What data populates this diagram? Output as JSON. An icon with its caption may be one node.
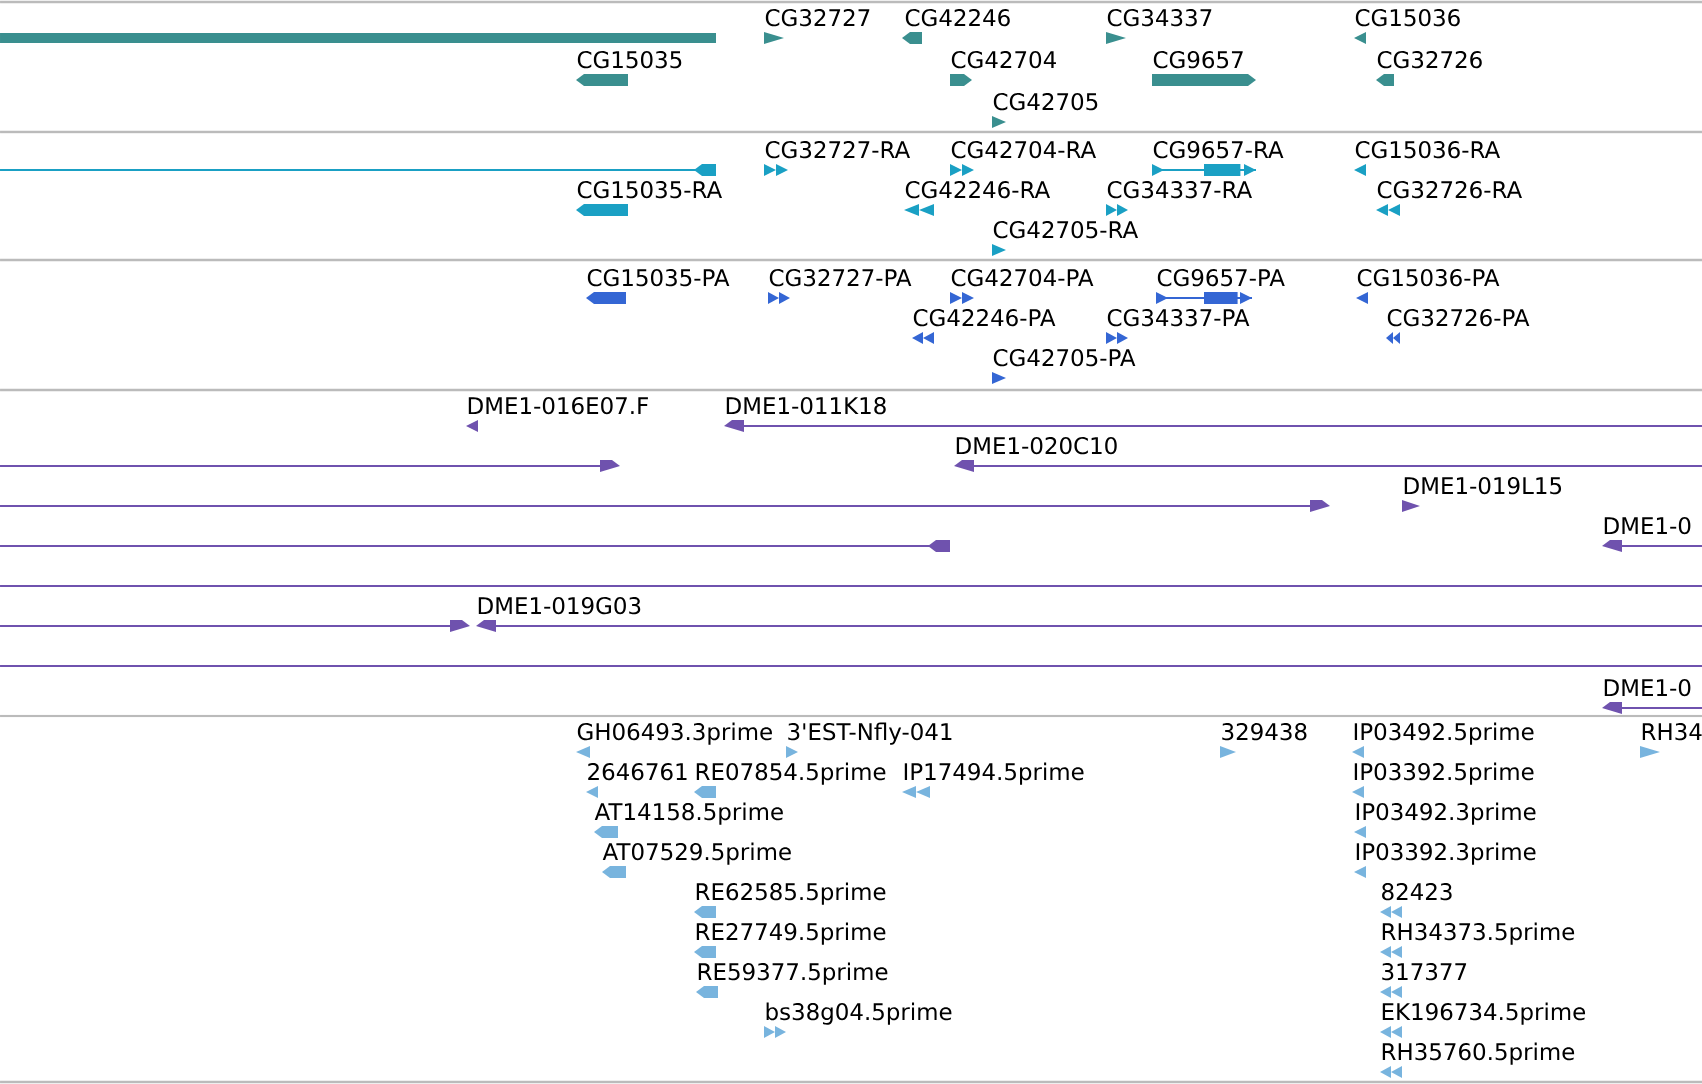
{
  "diagram": {
    "labels": [
      "CG32727",
      "CG42246",
      "CG34337",
      "CG15036",
      "CG15035",
      "CG42704",
      "CG9657",
      "CG32726",
      "CG42705",
      "CG32727-RA",
      "CG42704-RA",
      "CG9657-RA",
      "CG15036-RA",
      "CG15035-RA",
      "CG42246-RA",
      "CG34337-RA",
      "CG32726-RA",
      "CG42705-RA",
      "CG15035-PA",
      "CG32727-PA",
      "CG42704-PA",
      "CG9657-PA",
      "CG15036-PA",
      "CG42246-PA",
      "CG34337-PA",
      "CG32726-PA",
      "CG42705-PA",
      "DME1-016E07.F",
      "DME1-011K18",
      "DME1-020C10",
      "DME1-019L15",
      "DME1-0",
      "DME1-019G03",
      "DME1-0",
      "GH06493.3prime",
      "3'EST-Nfly-041",
      "329438",
      "IP03492.5prime",
      "RH34",
      "2646761",
      "RE07854.5prime",
      "IP17494.5prime",
      "IP03392.5prime",
      "AT14158.5prime",
      "IP03492.3prime",
      "AT07529.5prime",
      "IP03392.3prime",
      "RE62585.5prime",
      "82423",
      "RE27749.5prime",
      "RH34373.5prime",
      "RE59377.5prime",
      "317377",
      "bs38g04.5prime",
      "EK196734.5prime",
      "RH35760.5prime"
    ]
  }
}
